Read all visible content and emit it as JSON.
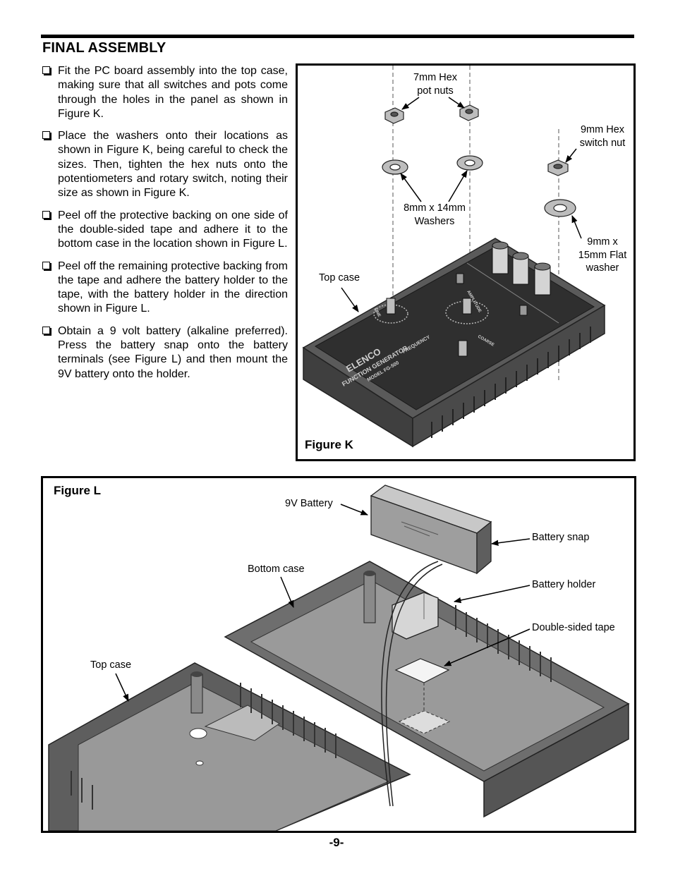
{
  "section_title": "FINAL ASSEMBLY",
  "steps": [
    "Fit the PC board assembly into the top case, making sure that all switches and pots come through the holes in the panel as shown in Figure K.",
    "Place the washers onto their locations as shown in Figure K, being careful to check the sizes. Then, tighten the hex nuts onto the potentiometers and rotary switch, noting their size as shown in Figure K.",
    "Peel off the protective backing on one side of the double-sided tape and adhere it to the bottom case in the location shown in Figure L.",
    "Peel off the remaining protective backing from the tape and adhere the battery holder to the tape, with the battery holder in the direction shown in Figure L.",
    "Obtain a 9 volt battery (alkaline preferred). Press the battery snap onto the battery terminals (see Figure L) and then mount the 9V battery onto the holder."
  ],
  "figure_k": {
    "caption": "Figure K",
    "labels": {
      "pot_nuts_1": "7mm Hex",
      "pot_nuts_2": "pot nuts",
      "switch_nut_1": "9mm Hex",
      "switch_nut_2": "switch nut",
      "washers_1": "8mm x 14mm",
      "washers_2": "Washers",
      "flat_washer_1": "9mm x",
      "flat_washer_2": "15mm Flat",
      "flat_washer_3": "washer",
      "top_case": "Top case"
    },
    "panel_text": {
      "brand": "ELENCO",
      "product": "FUNCTION GENERATOR",
      "model": "MODEL FG-500",
      "frequency": "FREQUENCY",
      "fine": "FINE",
      "coarse": "COARSE",
      "amplitude": "AMPLITUDE"
    }
  },
  "figure_l": {
    "caption": "Figure L",
    "labels": {
      "battery": "9V Battery",
      "battery_snap": "Battery snap",
      "bottom_case": "Bottom case",
      "battery_holder": "Battery holder",
      "tape": "Double-sided tape",
      "top_case": "Top case"
    }
  },
  "page_number": "-9-"
}
